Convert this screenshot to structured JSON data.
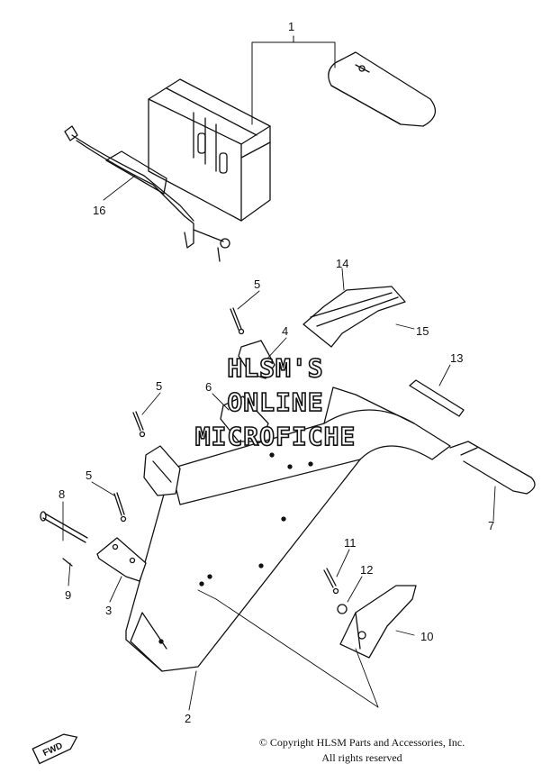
{
  "callouts": {
    "c1": "1",
    "c2": "2",
    "c3": "3",
    "c4": "4",
    "c5a": "5",
    "c5b": "5",
    "c5c": "5",
    "c6": "6",
    "c7": "7",
    "c8": "8",
    "c9": "9",
    "c10": "10",
    "c11": "11",
    "c12": "12",
    "c13": "13",
    "c14": "14",
    "c15": "15",
    "c16": "16"
  },
  "watermark": {
    "line1": "HLSM'S",
    "line2": "ONLINE",
    "line3": "MICROFICHE"
  },
  "badge": {
    "label": "FWD"
  },
  "copyright": {
    "line1": "© Copyright HLSM Parts and Accessories, Inc.",
    "line2": "All rights reserved"
  }
}
